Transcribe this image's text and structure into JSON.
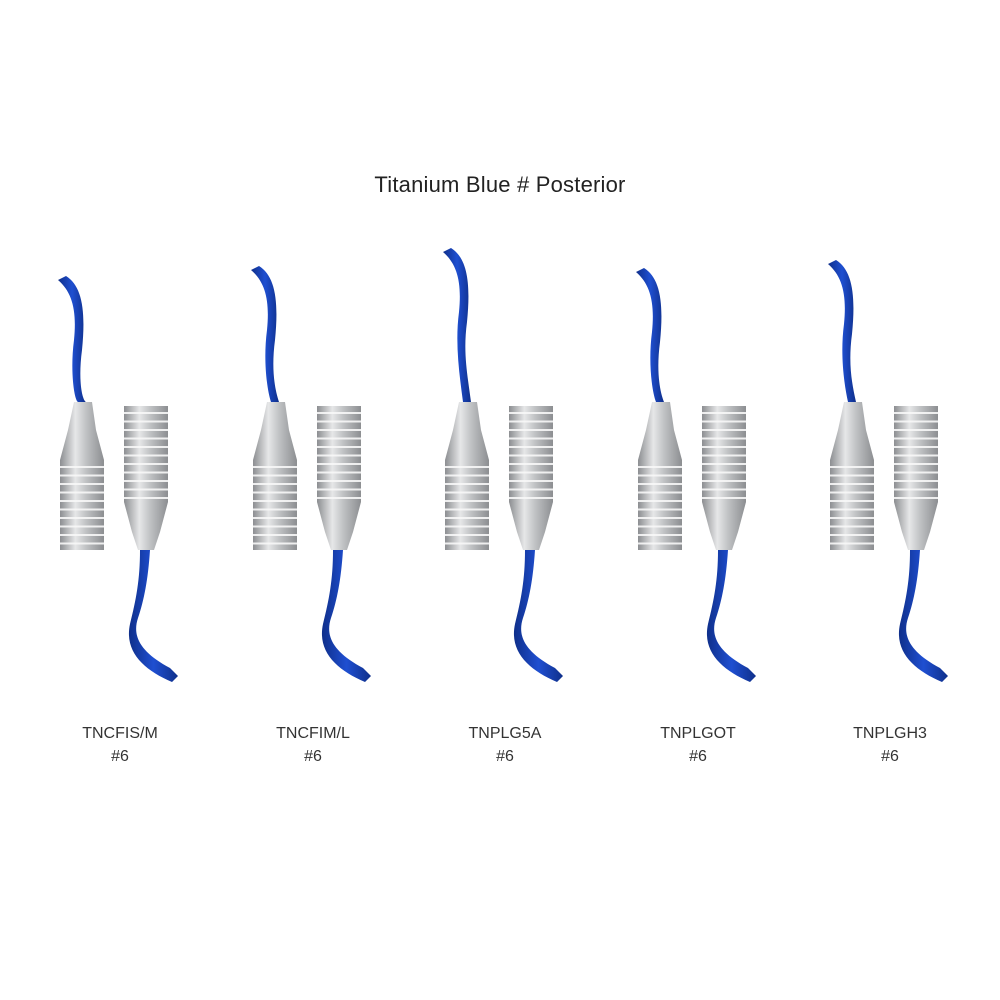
{
  "title": "Titanium Blue # Posterior",
  "colors": {
    "tip_blue": "#1f4fd1",
    "tip_blue_dark": "#0f2f8a",
    "handle_silver": "#bfc1c3",
    "handle_light": "#e6e7e8",
    "handle_dark": "#8c8e91",
    "text": "#333333"
  },
  "instruments": [
    {
      "code": "TNCFIS/M",
      "size": "#6"
    },
    {
      "code": "TNCFIM/L",
      "size": "#6"
    },
    {
      "code": "TNPLG5A",
      "size": "#6"
    },
    {
      "code": "TNPLGOT",
      "size": "#6"
    },
    {
      "code": "TNPLGH3",
      "size": "#6"
    }
  ]
}
